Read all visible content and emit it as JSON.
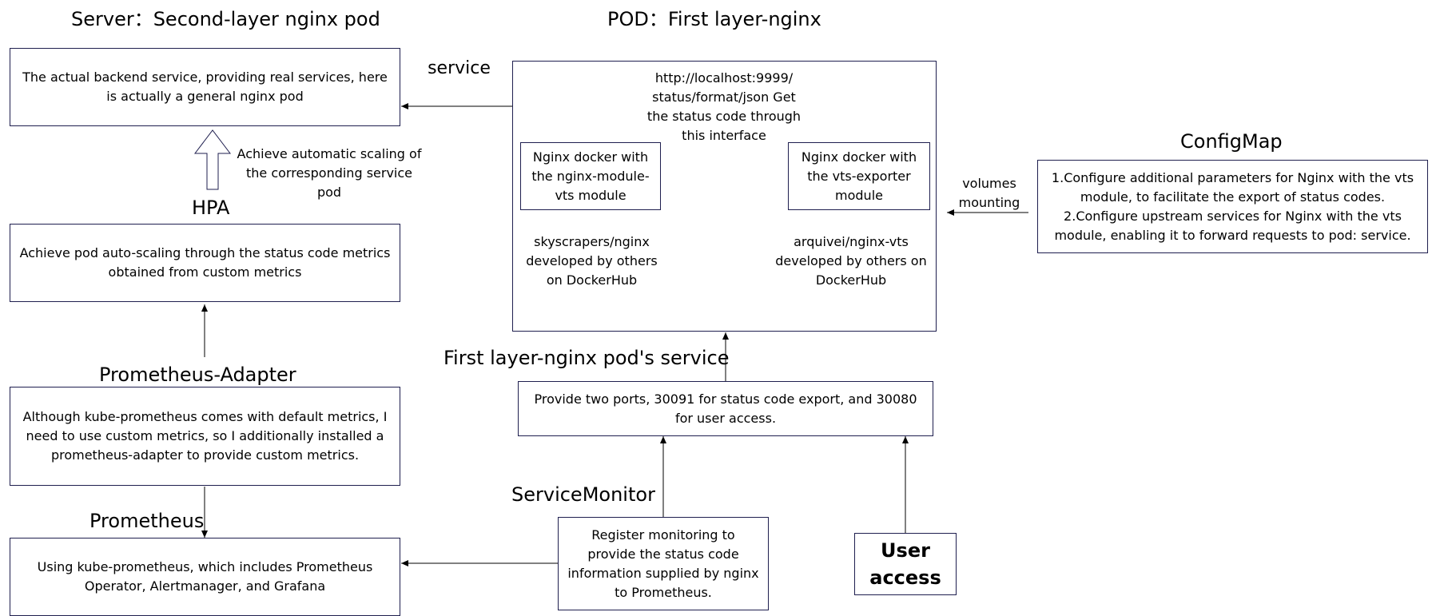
{
  "titles": {
    "server": "Server：Second-layer nginx pod",
    "pod": "POD：First layer-nginx",
    "configmap": "ConfigMap",
    "hpa": "HPA",
    "adapter": "Prometheus-Adapter",
    "prometheus": "Prometheus",
    "first_service": "First layer-nginx pod's service",
    "servicemonitor": "ServiceMonitor"
  },
  "edge_labels": {
    "service": "service",
    "scaling": "Achieve automatic scaling of the corresponding service pod",
    "volumes": "volumes mounting"
  },
  "boxes": {
    "server": "The actual backend service, providing real services, here is actually a general nginx pod",
    "hpa": "Achieve pod auto-scaling through the status code metrics obtained from custom metrics",
    "adapter": "Although kube-prometheus comes with default metrics, I need to use custom metrics, so I additionally installed a prometheus-adapter to provide custom metrics.",
    "prometheus": "Using kube-prometheus, which includes Prometheus Operator, Alertmanager, and Grafana",
    "configmap_line1": "1.Configure additional parameters for Nginx with the vts module, to facilitate the export of status codes.",
    "configmap_line2": "2.Configure upstream services for Nginx with the vts module, enabling it to forward requests to pod: service.",
    "first_service": "Provide two ports, 30091 for status code export, and 30080 for user access.",
    "servicemonitor": "Register monitoring to provide the status code information supplied by nginx to Prometheus.",
    "user_access": "User access"
  },
  "pod": {
    "status_text": "http://localhost:9999/ status/format/json Get the status code through this interface",
    "nginx_vts_module": "Nginx docker with the nginx-module-vts module",
    "vts_exporter": "Nginx docker with the vts-exporter module",
    "skyscrapers": "skyscrapers/nginx developed by others on DockerHub",
    "arquivei": "arquivei/nginx-vts developed by others on DockerHub"
  }
}
